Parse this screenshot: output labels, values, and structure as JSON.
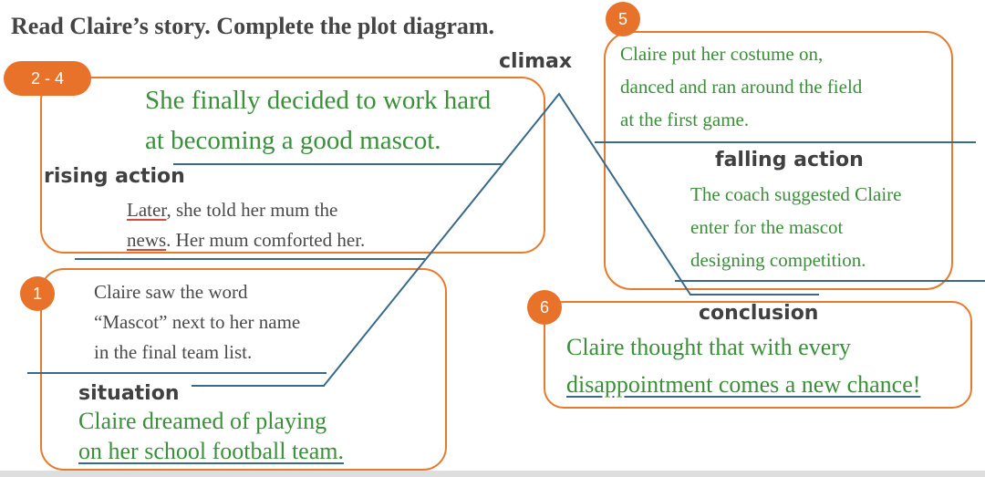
{
  "title": "Read Claire’s story. Complete the plot diagram.",
  "stages": {
    "climax": "climax",
    "rising_action": "rising action",
    "falling_action": "falling action",
    "situation": "situation",
    "conclusion": "conclusion"
  },
  "badges": {
    "b1": "1",
    "b24": "2 - 4",
    "b5": "5",
    "b6": "6"
  },
  "climax_text": {
    "line1": "She finally decided to work hard",
    "line2": "at becoming a good mascot."
  },
  "rising_text": {
    "later": "Later",
    "rest1": ", she told her mum the",
    "news": "news",
    "rest2": ". Her mum comforted her."
  },
  "situation_prompt": {
    "line1": "Claire saw the word",
    "line2": "“Mascot” next to her name",
    "line3": "in the final team list."
  },
  "situation_text": {
    "line1": "Claire dreamed of playing",
    "line2": "on her school football team."
  },
  "box5_text": {
    "line1": "Claire put her costume on,",
    "line2": "danced and ran around the field",
    "line3": "at the first game."
  },
  "falling_text": {
    "line1": "The coach suggested Claire",
    "line2": "enter for the mascot",
    "line3": "designing competition."
  },
  "conclusion_text": {
    "line1": "Claire thought that with every",
    "line2": "disappointment comes a new chance!"
  },
  "colors": {
    "orange": "#e87a2c",
    "green": "#3c8f3a",
    "line_blue": "#3a6a8a"
  }
}
